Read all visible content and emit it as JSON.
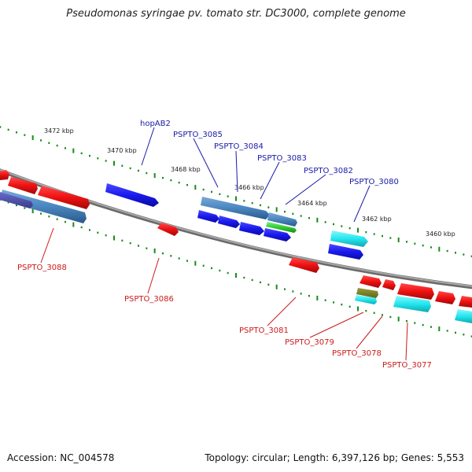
{
  "title": "Pseudomonas syringae pv. tomato str. DC3000, complete genome",
  "footer": {
    "accession": "Accession: NC_004578",
    "topology": "Topology: circular; Length: 6,397,126 bp; Genes: 5,553"
  },
  "scale_labels": [
    "3472 kbp",
    "3470 kbp",
    "3468 kbp",
    "3466 kbp",
    "3464 kbp",
    "3462 kbp",
    "3460 kbp"
  ],
  "gene_labels_forward": [
    "hopAB2",
    "PSPTO_3085",
    "PSPTO_3084",
    "PSPTO_3083",
    "PSPTO_3082",
    "PSPTO_3080"
  ],
  "gene_labels_reverse": [
    "PSPTO_3088",
    "PSPTO_3086",
    "PSPTO_3081",
    "PSPTO_3079",
    "PSPTO_3078",
    "PSPTO_3077"
  ],
  "colors": {
    "blue": "#1a1aee",
    "red": "#ee1111",
    "cyan": "#22e6ee",
    "steel": "#4a86c0",
    "green": "#33cc33",
    "backbone": "#8a8a8a",
    "ticks": "#1a8a1a"
  }
}
